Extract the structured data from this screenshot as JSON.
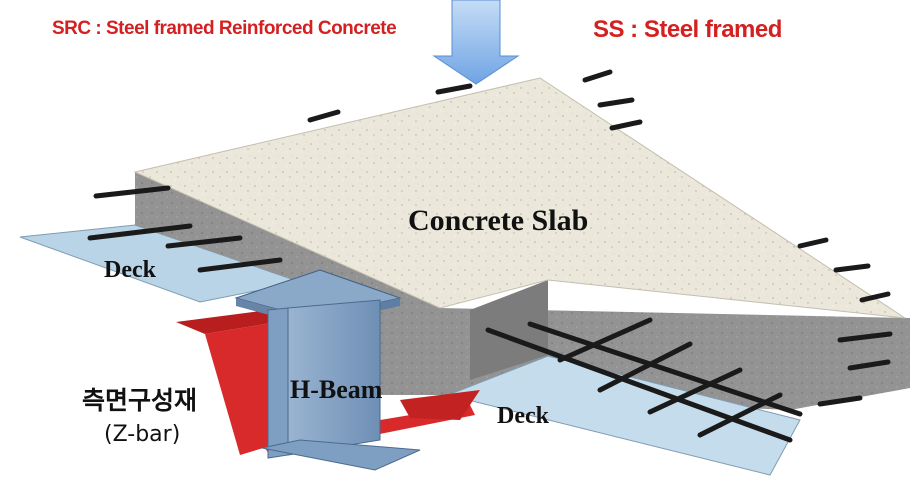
{
  "labels": {
    "src_title": "SRC : Steel framed Reinforced Concrete",
    "ss_title": "SS : Steel framed",
    "concrete_slab": "Concrete Slab",
    "deck_left": "Deck",
    "deck_right": "Deck",
    "h_beam": "H-Beam",
    "side_member": "측면구성재",
    "z_bar": "(Z-bar)"
  },
  "colors": {
    "title_red": "#d42020",
    "slab_top": "#ebe8db",
    "slab_side": "#8f8f8f",
    "deck": "#b9d4e6",
    "h_beam": "#7f9fc2",
    "z_bar": "#d82a2a",
    "rebar": "#1a1a1a",
    "load_arrow": "#9fc4ef"
  },
  "icons": {
    "load_arrow": "down-arrow-icon"
  }
}
